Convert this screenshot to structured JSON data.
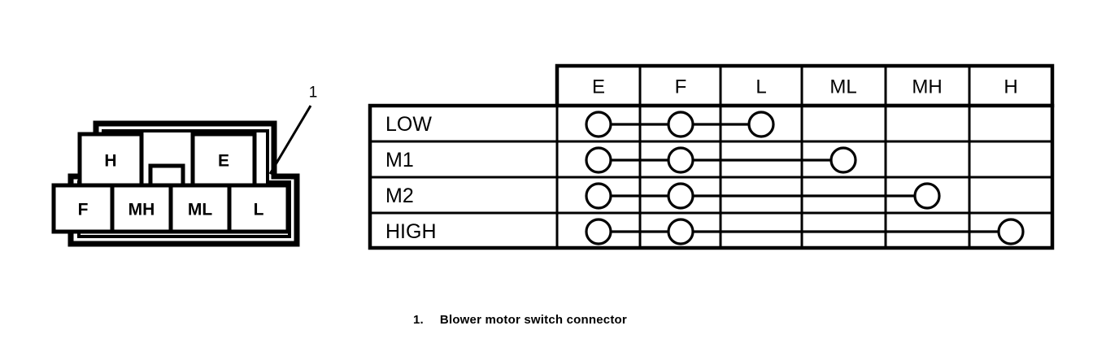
{
  "figure": {
    "callout_number": "1",
    "connector_pins_top": [
      {
        "label": "H"
      },
      {
        "label": "E"
      }
    ],
    "connector_pins_bottom": [
      {
        "label": "F"
      },
      {
        "label": "MH"
      },
      {
        "label": "ML"
      },
      {
        "label": "L"
      }
    ]
  },
  "table": {
    "column_headers": [
      "E",
      "F",
      "L",
      "ML",
      "MH",
      "H"
    ],
    "row_headers": [
      "LOW",
      "M1",
      "M2",
      "HIGH"
    ],
    "rows": [
      {
        "label": "LOW",
        "connected": [
          "E",
          "F",
          "L"
        ]
      },
      {
        "label": "M1",
        "connected": [
          "E",
          "F",
          "ML"
        ]
      },
      {
        "label": "M2",
        "connected": [
          "E",
          "F",
          "MH"
        ]
      },
      {
        "label": "HIGH",
        "connected": [
          "E",
          "F",
          "H"
        ]
      }
    ]
  },
  "caption": {
    "number": "1.",
    "text": "Blower motor switch connector"
  },
  "colors": {
    "ink": "#000000",
    "paper": "#ffffff"
  }
}
